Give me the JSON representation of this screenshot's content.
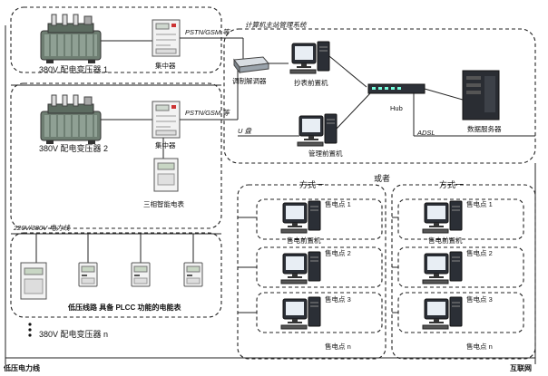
{
  "transformer1_label": "380V 配电变压器 1",
  "transformer2_label": "380V 配电变压器 2",
  "transformerN_label": "380V 配电变压器 n",
  "concentrator_label": "集中器",
  "concentrator2_label": "集中器",
  "pstn_label_1": "PSTN/GSM 等",
  "pstn_label_2": "PSTN/GSM 等",
  "ustorage_label": "U 盘",
  "main_station_title": "计算机主站管理系统",
  "modem_label": "调制解调器",
  "meter_reading_label": "抄表前置机",
  "hub_label": "Hub",
  "data_server_label": "数据服务器",
  "adsl_label": "ADSL",
  "mgmt_label": "管理前置机",
  "three_phase_meter_label": "三相智能电表",
  "power_line_label": "220V/380V 电力线",
  "plcc_meter_label": "低压线路 具备 PLCC 功能的电能表",
  "low_voltage_label": "低压电力线",
  "internet_label": "互联网",
  "mode_left_label": "方式一",
  "mode_right_label": "方式一",
  "or_label": "或者",
  "sale_points": [
    "售电点 1",
    "售电点 2",
    "售电点 3",
    "售电点 n"
  ],
  "sale_front_label": "售电前置机"
}
